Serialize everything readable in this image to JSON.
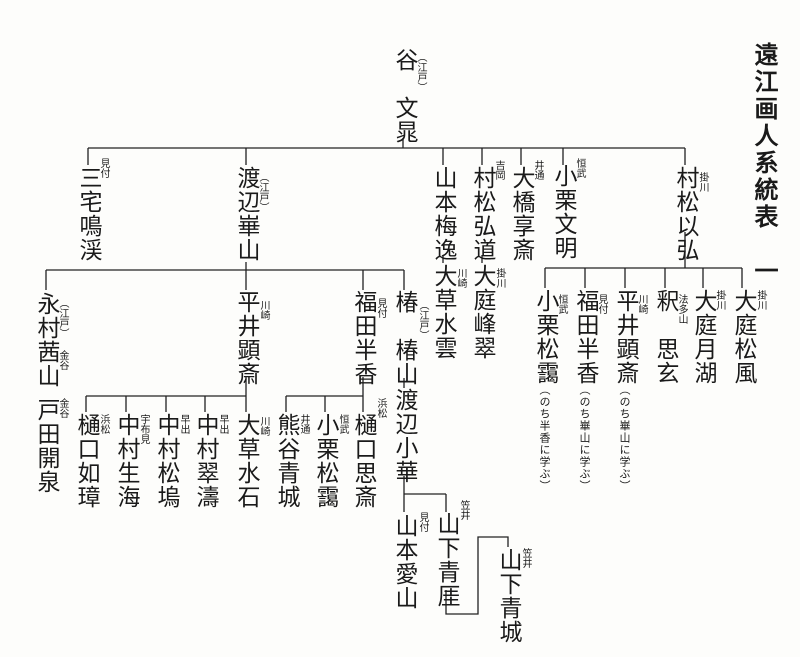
{
  "title": "遠江画人系統表　一",
  "nodes": {
    "tani": {
      "name": "谷　文晁",
      "place": "（江戸）"
    },
    "miyake": {
      "name": "三宅鳴渓",
      "place": "見付"
    },
    "watanabe_kazan": {
      "name": "渡辺崋山",
      "place": "（江戸）"
    },
    "yamamoto_baiitsu": {
      "name": "山本梅逸",
      "place": ""
    },
    "muramatsu_kodo": {
      "name": "村松弘道",
      "place": "吉岡"
    },
    "ohashi_kyosai": {
      "name": "大橋享斎",
      "place": "井通"
    },
    "oguri_bunmei": {
      "name": "小栗文明",
      "place": "恒武"
    },
    "muramatsu_iko": {
      "name": "村松以弘",
      "place": "掛川"
    },
    "nagamura": {
      "name": "永村茜山",
      "place": "（江戸）",
      "place2": "金谷"
    },
    "hirai_kensai": {
      "name": "平井顕斎",
      "place": "川崎"
    },
    "fukuda_hanko": {
      "name": "福田半香",
      "place": "見付"
    },
    "tsubaki": {
      "name": "椿　椿山",
      "place": "（江戸）"
    },
    "okusa_suiun": {
      "name": "大草水雲",
      "place": "川崎"
    },
    "oniwa_hosui": {
      "name": "大庭峰翠",
      "place": "掛川"
    },
    "toda_kaisen": {
      "name": "戸田開泉",
      "place": "金谷"
    },
    "higuchi_joisho": {
      "name": "樋口如璋",
      "place": "浜松"
    },
    "nakamura_seikai": {
      "name": "中村生海",
      "place": "宇布見"
    },
    "nakamura_shoko": {
      "name": "中村松塢",
      "place": "早出"
    },
    "nakamura_suito": {
      "name": "中村翠濤",
      "place": "早出"
    },
    "okusa_suiseki": {
      "name": "大草水石",
      "place": "川崎"
    },
    "kumagai_seijo": {
      "name": "熊谷青城",
      "place": "井通"
    },
    "oguri_shorei_b": {
      "name": "小栗松靄",
      "place": "恒武"
    },
    "higuchi_shisai": {
      "name": "樋口思斎",
      "place": "浜松"
    },
    "watanabe_shoka": {
      "name": "渡辺小華",
      "place": ""
    },
    "yamamoto_aizan": {
      "name": "山本愛山",
      "place": "見付"
    },
    "yamashita_seiki": {
      "name": "山下青厓",
      "place": "笠井"
    },
    "yamashita_seijo": {
      "name": "山下青城",
      "place": "笠井"
    },
    "oguri_shorei": {
      "name": "小栗松靄",
      "place": "恒武",
      "note": "（のち半香に学ぶ）"
    },
    "fukuda_hanko2": {
      "name": "福田半香",
      "place": "見付",
      "note": "（のち崋山に学ぶ）"
    },
    "hirai_kensai2": {
      "name": "平井顕斎",
      "place": "川崎",
      "note": "（のち崋山に学ぶ）"
    },
    "shaku_shigen": {
      "name": "釈　思玄",
      "place": "法多山"
    },
    "oniwa_getsuko": {
      "name": "大庭月湖",
      "place": "掛川"
    },
    "oniwa_shofu": {
      "name": "大庭松風",
      "place": "掛川"
    }
  }
}
